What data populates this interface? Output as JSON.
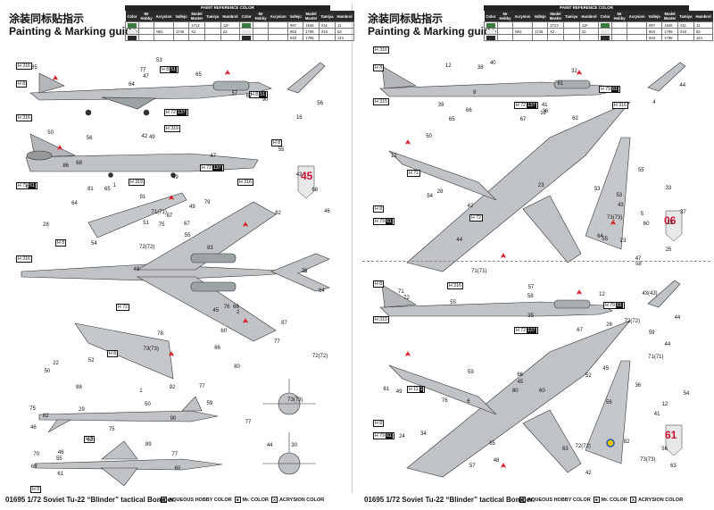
{
  "title_zh": "涂装同标贴指示",
  "title_en": "Painting & Marking guide",
  "paint_ref": {
    "header": "PAINT REFERENCE COLOR",
    "columns": [
      "Color",
      "Mr Hobby",
      "Acrysion",
      "Vallejo",
      "Model Master",
      "Tamiya",
      "Humbrol",
      "Color",
      "Mr Hobby",
      "Acrysion",
      "Vallejo",
      "Model Master",
      "Tamiya",
      "Humbrol"
    ],
    "rows": [
      [
        "",
        "",
        "",
        "",
        "1713",
        "",
        "11F",
        "",
        "",
        "",
        "997",
        "1546",
        "X11",
        "11"
      ],
      [
        "",
        "",
        "N91",
        "1745",
        "X2",
        "",
        "22",
        "",
        "",
        "",
        "863",
        "1795",
        "X10",
        "53"
      ],
      [
        "",
        "",
        "",
        "",
        "",
        "",
        "",
        "",
        "",
        "",
        "933",
        "1795",
        "",
        "144"
      ]
    ]
  },
  "left_callouts": [
    "30",
    "28",
    "16",
    "48",
    "47",
    "46",
    "42",
    "49",
    "22",
    "1",
    "46",
    "29",
    "49",
    "49",
    "2",
    "50",
    "47",
    "46",
    "45",
    "43",
    "72(72)",
    "1",
    "51",
    "56",
    "57",
    "52",
    "44",
    "73(73)",
    "66",
    "60",
    "65",
    "64",
    "66",
    "62",
    "68",
    "67",
    "70",
    "50",
    "55",
    "50",
    "55",
    "56",
    "60",
    "59",
    "88",
    "61",
    "69",
    "92",
    "90",
    "53",
    "54",
    "58",
    "68",
    "67",
    "55",
    "65",
    "64",
    "71(71)",
    "72(72)",
    "73(73)",
    "75",
    "76",
    "81",
    "75",
    "85",
    "86",
    "84",
    "91",
    "90",
    "87",
    "82",
    "83",
    "87",
    "89",
    "82",
    "78",
    "77",
    "77",
    "77",
    "77",
    "78",
    "79",
    "80",
    "75",
    "77"
  ],
  "right_callouts": [
    "36",
    "33",
    "12",
    "23",
    "24",
    "8",
    "5",
    "6",
    "4",
    "28",
    "13",
    "12",
    "47",
    "48",
    "49",
    "50",
    "41",
    "66",
    "45",
    "60",
    "71",
    "72",
    "63",
    "64",
    "65",
    "80",
    "61",
    "62",
    "53",
    "54",
    "55",
    "56",
    "57",
    "58",
    "59",
    "82",
    "55",
    "67",
    "73(73)",
    "71(71)",
    "72(72)",
    "23",
    "12",
    "44",
    "44",
    "26",
    "34",
    "32",
    "42",
    "43",
    "76",
    "35",
    "36",
    "37",
    "52",
    "12",
    "38",
    "39",
    "42",
    "41",
    "40",
    "45",
    "63",
    "60",
    "65",
    "56",
    "61",
    "57",
    "53",
    "54",
    "55",
    "58",
    "59",
    "67",
    "66",
    "73(73)",
    "12",
    "25",
    "43(43)",
    "71(71)",
    "72(72)",
    "44",
    "44"
  ],
  "tags": {
    "h8": "H 8",
    "h8_sq": "51",
    "h316": "H 316",
    "h72": "H 72",
    "h72_sq": "137",
    "h315": "H 315",
    "h79": "H 79",
    "h79_sq": "61",
    "h319": "H 319",
    "h11": "H 11",
    "h11_sq": "1"
  },
  "badges": {
    "left_tail": "45",
    "right_tail_top": "06",
    "right_tail_bottom": "61"
  },
  "footer": {
    "left_text": "01695 1/72 Soviet Tu-22 “Blinder” tactical Bomber",
    "right_text": "01695 1/72 Soviet Tu-22 “Blinder” tactical Bomber",
    "legend_h": "H",
    "legend_h_label": "AQUEOUS HOBBY COLOR",
    "legend_m": "Mr. COLOR",
    "legend_a": "X",
    "legend_a_label": "ACRYSION COLOR"
  },
  "colors": {
    "aircraft_silver": "#bfc3c6",
    "aircraft_dark": "#8f9497",
    "star_red": "#d61f26",
    "line": "#333333",
    "panel": "#2b2b2b"
  }
}
